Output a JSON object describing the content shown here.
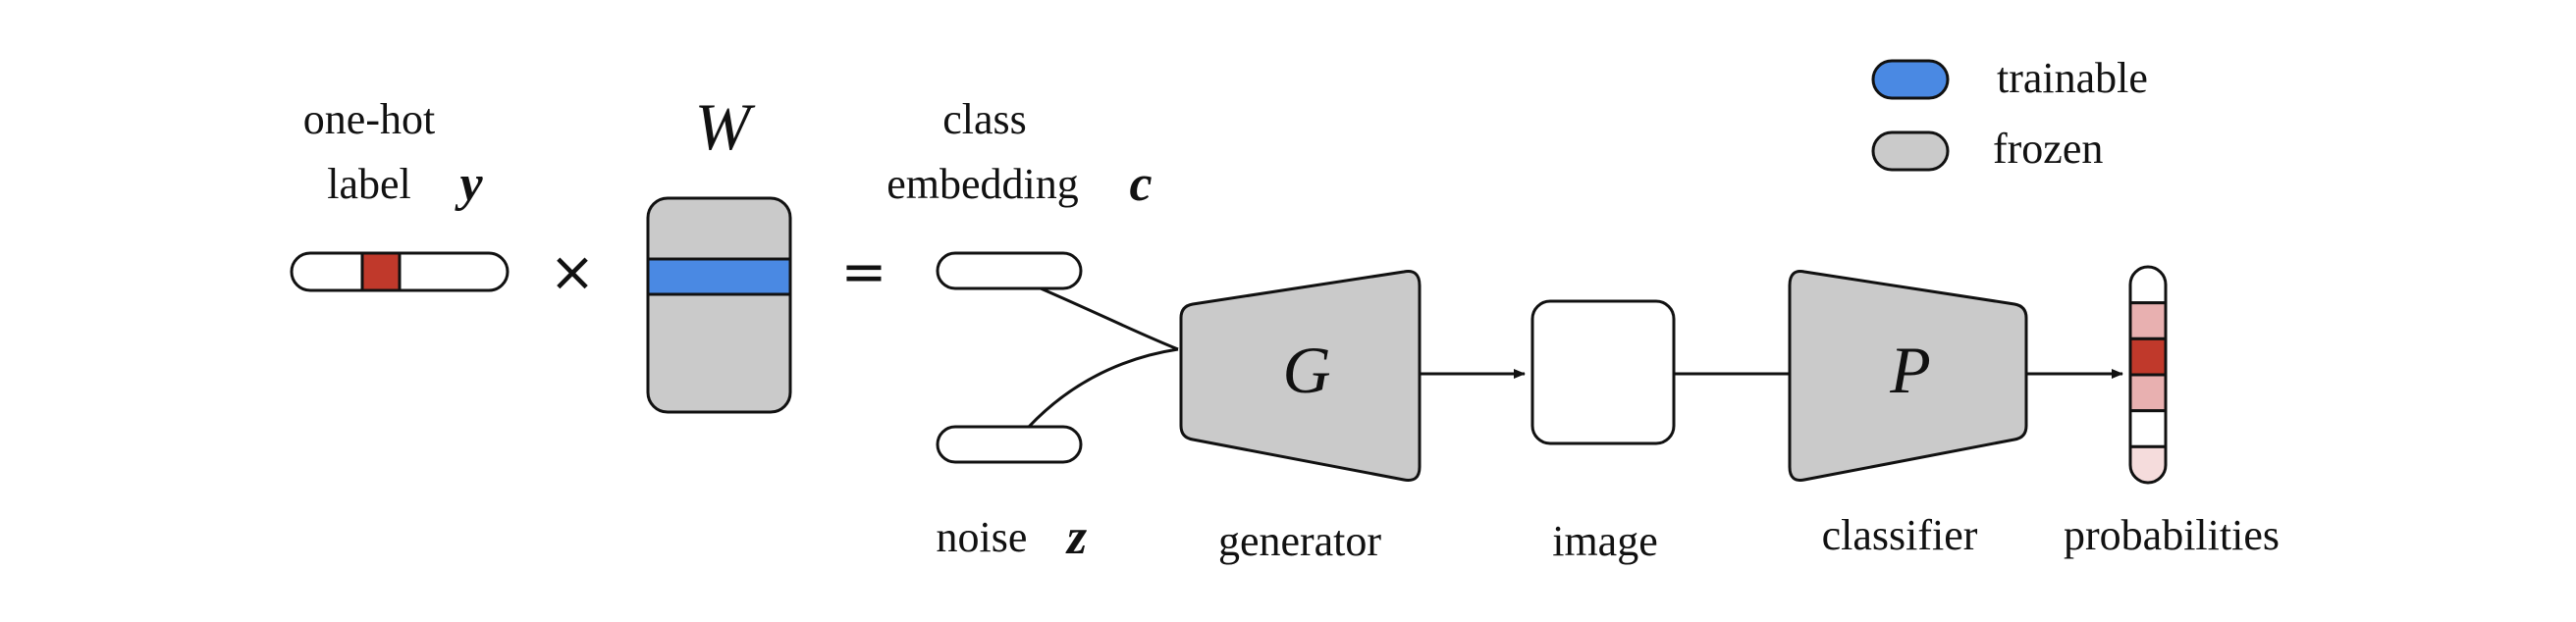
{
  "legend": {
    "trainable": {
      "label": "trainable",
      "color": "#4a89e3"
    },
    "frozen": {
      "label": "frozen",
      "color": "#cacaca"
    }
  },
  "label_input": {
    "line1": "one-hot",
    "line2": "label",
    "symbol": "y"
  },
  "weight": {
    "symbol": "W"
  },
  "operators": {
    "times": "×",
    "equals": "="
  },
  "embedding": {
    "line1": "class",
    "line2": "embedding",
    "symbol": "c"
  },
  "noise": {
    "label": "noise",
    "symbol": "z"
  },
  "generator": {
    "symbol": "G",
    "label": "generator"
  },
  "image": {
    "label": "image"
  },
  "classifier": {
    "symbol": "P",
    "label": "classifier"
  },
  "probabilities": {
    "label": "probabilities",
    "cell_colors": [
      "#ffffff",
      "#e8b0b0",
      "#c0392b",
      "#e8b0b0",
      "#ffffff",
      "#f5dcdc"
    ]
  },
  "colors": {
    "onehot_active": "#c0392b",
    "stroke": "#111111"
  }
}
